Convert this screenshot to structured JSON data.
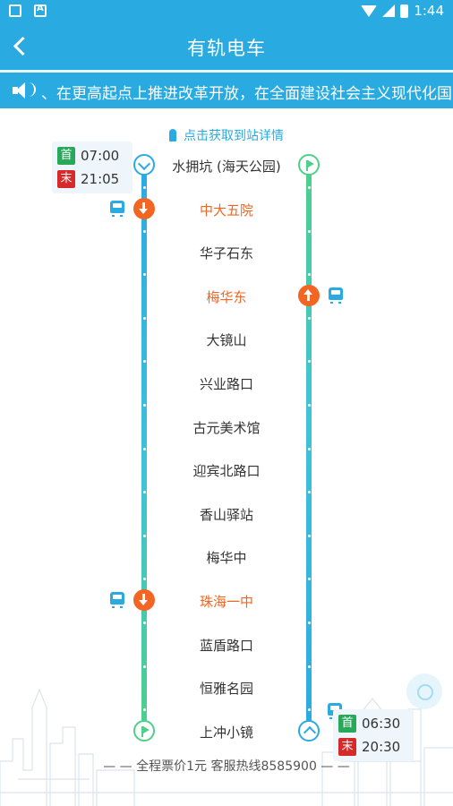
{
  "app_bar": {
    "title": "有轨电车"
  },
  "status_bar": {
    "time": "1:44"
  },
  "notice": {
    "text": "、在更高起点上推进改革开放，在全面建设社会主义现代化国家新征程中"
  },
  "hint": {
    "text": "点击获取到站详情"
  },
  "left_times": {
    "first_tag": "首",
    "first": "07:00",
    "last_tag": "末",
    "last": "21:05"
  },
  "right_times": {
    "first_tag": "首",
    "first": "06:30",
    "last_tag": "末",
    "last": "20:30"
  },
  "stations": [
    {
      "name": "水拥坑 (海天公园)",
      "highlight": false
    },
    {
      "name": "中大五院",
      "highlight": true
    },
    {
      "name": "华子石东",
      "highlight": false
    },
    {
      "name": "梅华东",
      "highlight": true
    },
    {
      "name": "大镜山",
      "highlight": false
    },
    {
      "name": "兴业路口",
      "highlight": false
    },
    {
      "name": "古元美术馆",
      "highlight": false
    },
    {
      "name": "迎宾北路口",
      "highlight": false
    },
    {
      "name": "香山驿站",
      "highlight": false
    },
    {
      "name": "梅华中",
      "highlight": false
    },
    {
      "name": "珠海一中",
      "highlight": true
    },
    {
      "name": "蓝盾路口",
      "highlight": false
    },
    {
      "name": "恒雅名园",
      "highlight": false
    },
    {
      "name": "上冲小镜",
      "highlight": false
    }
  ],
  "footer": {
    "text": "全程票价1元 客服热线8585900"
  },
  "colors": {
    "primary": "#29abe2",
    "highlight": "#f26522",
    "green": "#4dd08a"
  }
}
